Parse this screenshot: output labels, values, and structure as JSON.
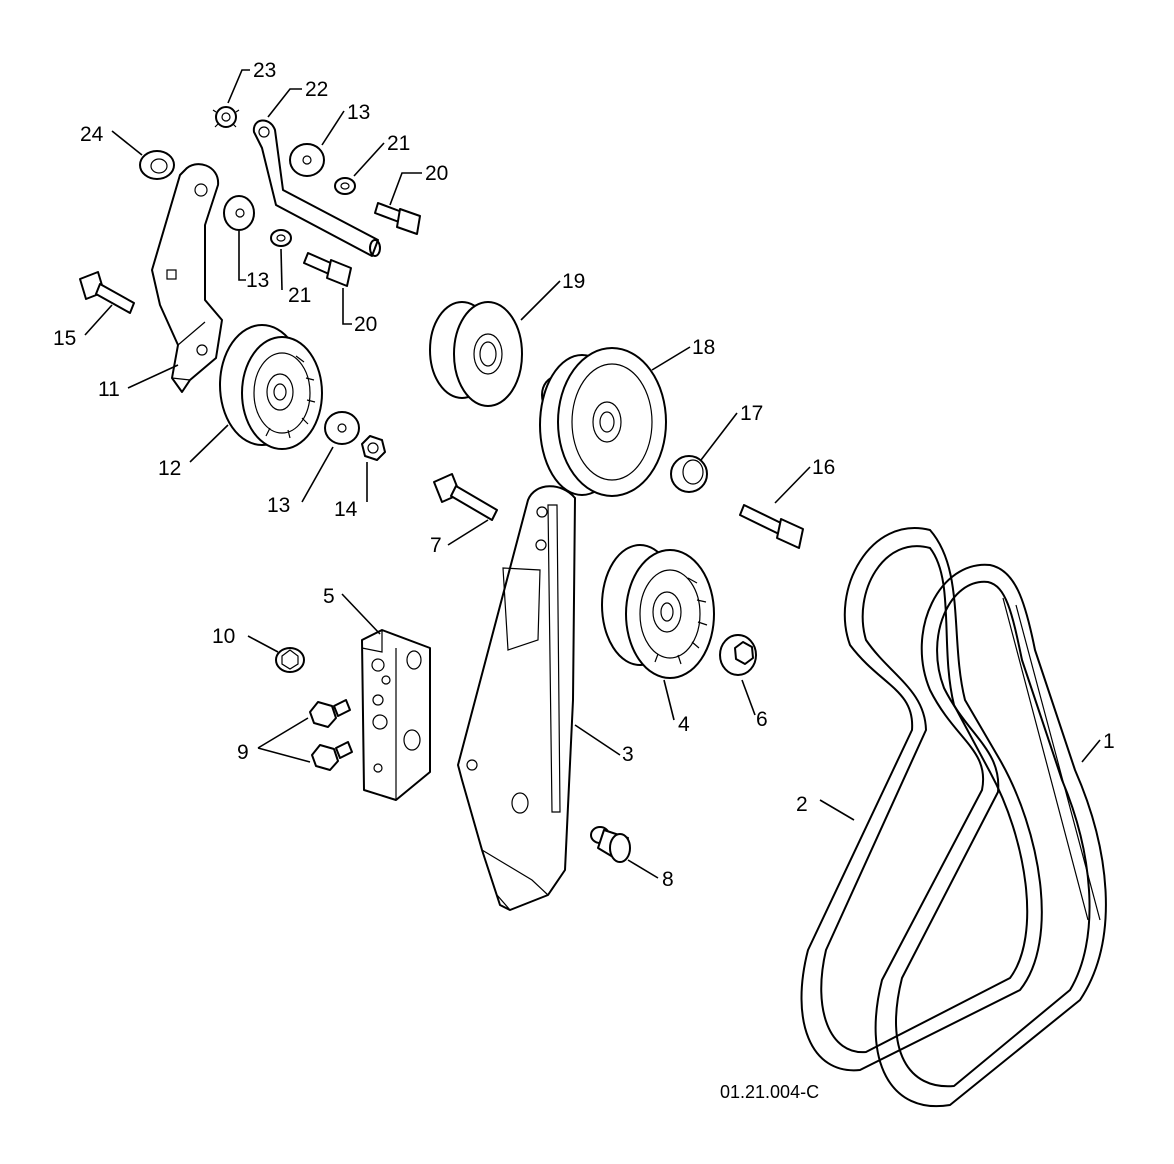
{
  "drawing_id": "01.21.004-C",
  "labels": {
    "l1": "1",
    "l2": "2",
    "l3": "3",
    "l4": "4",
    "l5": "5",
    "l6": "6",
    "l7": "7",
    "l8": "8",
    "l9": "9",
    "l10": "10",
    "l11": "11",
    "l12": "12",
    "l13a": "13",
    "l13b": "13",
    "l13c": "13",
    "l14": "14",
    "l15": "15",
    "l16": "16",
    "l17": "17",
    "l18": "18",
    "l19": "19",
    "l20a": "20",
    "l20b": "20",
    "l21a": "21",
    "l21b": "21",
    "l22": "22",
    "l23": "23",
    "l24": "24"
  }
}
